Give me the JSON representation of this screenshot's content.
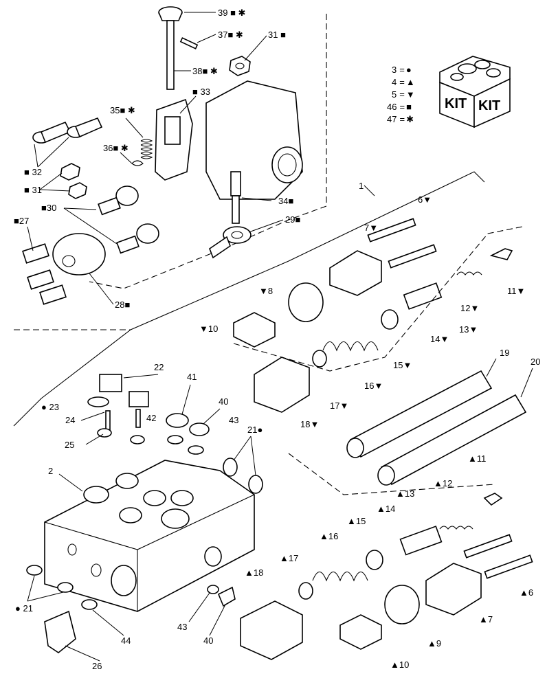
{
  "legend": {
    "rows": [
      {
        "number": "3",
        "eq": "=",
        "symbol": "●"
      },
      {
        "number": "4",
        "eq": "=",
        "symbol": "▲"
      },
      {
        "number": "5",
        "eq": "=",
        "symbol": "▼"
      },
      {
        "number": "46",
        "eq": "=",
        "symbol": "■"
      },
      {
        "number": "47",
        "eq": "=",
        "symbol": "✱"
      }
    ],
    "kit_text_1": "KIT",
    "kit_text_2": "KIT"
  },
  "callouts": [
    {
      "text": "39 ■ ✱"
    },
    {
      "text": "37■ ✱"
    },
    {
      "text": "31 ■"
    },
    {
      "text": "38■ ✱"
    },
    {
      "text": "■ 33"
    },
    {
      "text": "35■ ✱"
    },
    {
      "text": "36■ ✱"
    },
    {
      "text": "■ 32"
    },
    {
      "text": "■ 31"
    },
    {
      "text": "■30"
    },
    {
      "text": "■27"
    },
    {
      "text": "34■"
    },
    {
      "text": "29■"
    },
    {
      "text": "28■"
    },
    {
      "text": "1"
    },
    {
      "text": "6▼"
    },
    {
      "text": "7▼"
    },
    {
      "text": "▼8"
    },
    {
      "text": "11▼"
    },
    {
      "text": "12▼"
    },
    {
      "text": "13▼"
    },
    {
      "text": "14▼"
    },
    {
      "text": "▼10"
    },
    {
      "text": "15▼"
    },
    {
      "text": "16▼"
    },
    {
      "text": "17▼"
    },
    {
      "text": "18▼"
    },
    {
      "text": "19"
    },
    {
      "text": "20"
    },
    {
      "text": "22"
    },
    {
      "text": "41"
    },
    {
      "text": "40"
    },
    {
      "text": "● 23"
    },
    {
      "text": "24"
    },
    {
      "text": "42"
    },
    {
      "text": "43"
    },
    {
      "text": "21●"
    },
    {
      "text": "25"
    },
    {
      "text": "2"
    },
    {
      "text": "▲11"
    },
    {
      "text": "▲12"
    },
    {
      "text": "▲13"
    },
    {
      "text": "▲14"
    },
    {
      "text": "▲15"
    },
    {
      "text": "▲16"
    },
    {
      "text": "▲17"
    },
    {
      "text": "▲18"
    },
    {
      "text": "▲6"
    },
    {
      "text": "▲7"
    },
    {
      "text": "▲9"
    },
    {
      "text": "▲10"
    },
    {
      "text": "● 21"
    },
    {
      "text": "44"
    },
    {
      "text": "43"
    },
    {
      "text": "40"
    },
    {
      "text": "26"
    }
  ]
}
